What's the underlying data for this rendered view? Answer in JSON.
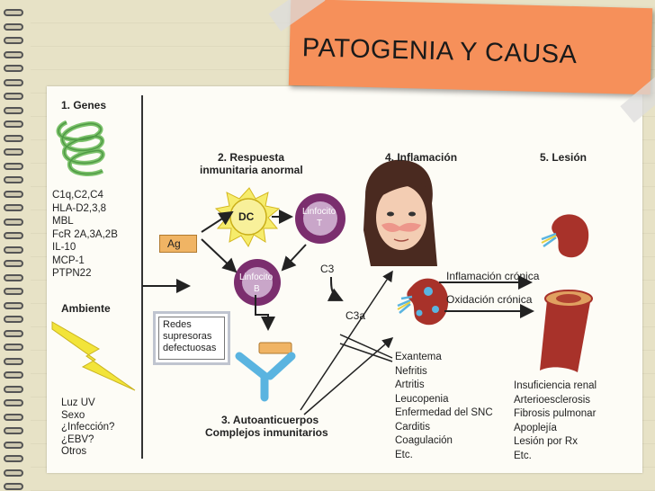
{
  "slide_title": "PATOGENIA Y CAUSA",
  "genes": {
    "heading": "1. Genes",
    "items": [
      "C1q,C2,C4",
      "HLA-D2,3,8",
      "MBL",
      "FcR 2A,3A,2B",
      "IL-10",
      "MCP-1",
      "PTPN22"
    ]
  },
  "ambiente": {
    "heading": "Ambiente",
    "items": [
      "Luz UV",
      "Sexo",
      "¿Infección?",
      "¿EBV?",
      "Otros"
    ]
  },
  "respuesta": {
    "heading_line1": "2. Respuesta",
    "heading_line2": "inmunitaria anormal",
    "dc": "DC",
    "ag": "Ag",
    "linfocito_t_1": "Linfocito",
    "linfocito_t_2": "T",
    "linfocito_b_1": "Linfocito",
    "linfocito_b_2": "B",
    "c3": "C3",
    "c3a": "C3a",
    "redes": [
      "Redes",
      "supresoras",
      "defectuosas"
    ]
  },
  "autoanticuerpos": {
    "line1": "3. Autoanticuerpos",
    "line2": "Complejos inmunitarios"
  },
  "inflamacion": {
    "heading": "4. Inflamación",
    "cronica": "Inflamación crónica",
    "oxidacion": "Oxidación crónica",
    "items": [
      "Exantema",
      "Nefritis",
      "Artritis",
      "Leucopenia",
      "Enfermedad del SNC",
      "Carditis",
      "Coagulación",
      "Etc."
    ]
  },
  "lesion": {
    "heading": "5. Lesión",
    "items": [
      "Insuficiencia renal",
      "Arterioesclerosis",
      "Fibrosis pulmonar",
      "Apoplejía",
      "Lesión por Rx",
      "Etc."
    ]
  },
  "colors": {
    "title_card": "#f6905a",
    "dna_green": "#7cc26b",
    "lightning_yellow": "#f2e43a",
    "cell_purple": "#7b2e6e",
    "antibody_blue": "#5ab4e0",
    "kidney_red": "#a8322a"
  }
}
